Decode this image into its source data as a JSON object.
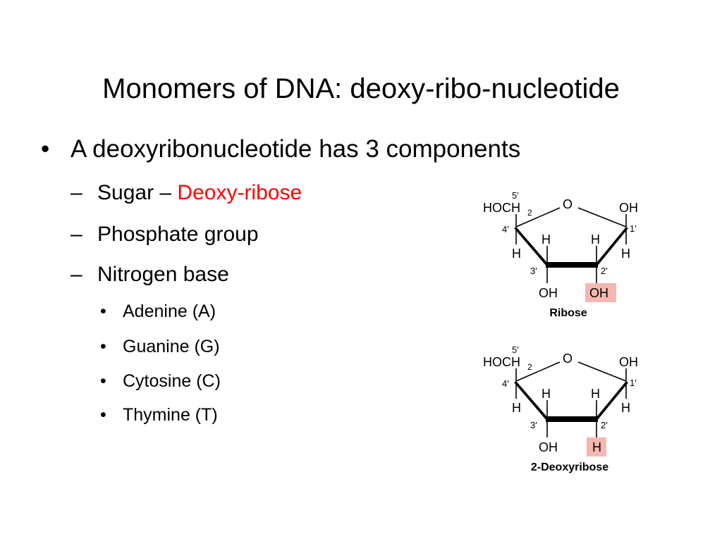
{
  "title": "Monomers of DNA: deoxy-ribo-nucleotide",
  "bullet_symbol": "•",
  "dash_symbol": "–",
  "main_bullet": "A deoxyribonucleotide has 3 components",
  "components": [
    {
      "prefix": "Sugar – ",
      "highlight": "Deoxy-ribose"
    },
    {
      "prefix": "Phosphate group",
      "highlight": ""
    },
    {
      "prefix": "Nitrogen base",
      "highlight": ""
    }
  ],
  "bases": [
    "Adenine (A)",
    "Guanine (G)",
    "Cytosine (C)",
    "Thymine (T)"
  ],
  "highlight_color": "#ff0000",
  "ribose": {
    "label": "Ribose",
    "c5": "5′",
    "hoch": "HOCH",
    "sub2": "2",
    "o": "O",
    "oh_right": "OH",
    "c4": "4′",
    "c1": "1′",
    "h_left": "H",
    "h_mid1": "H",
    "h_mid2": "H",
    "h_right": "H",
    "c3": "3′",
    "c2": "2′",
    "oh_bottom": "OH",
    "c2_group": "OH"
  },
  "deoxyribose": {
    "label": "2-Deoxyribose",
    "c5": "5′",
    "hoch": "HOCH",
    "sub2": "2",
    "o": "O",
    "oh_right": "OH",
    "c4": "4′",
    "c1": "1′",
    "h_left": "H",
    "h_mid1": "H",
    "h_mid2": "H",
    "h_right": "H",
    "c3": "3′",
    "c2": "2′",
    "oh_bottom": "OH",
    "c2_group": "H"
  },
  "molecule_highlight_color": "#f4b8b0"
}
